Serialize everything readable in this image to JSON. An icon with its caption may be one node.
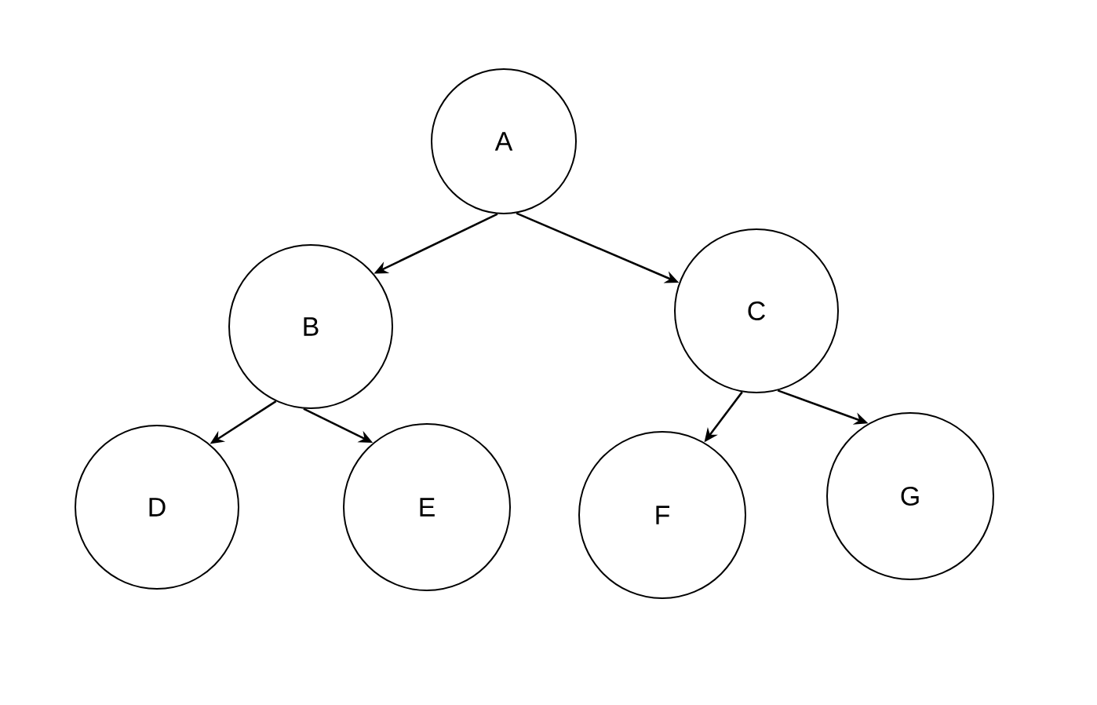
{
  "diagram": {
    "nodes": [
      {
        "text": [
          "A"
        ]
      },
      {
        "text": [
          "B"
        ]
      },
      {
        "text": [
          "C"
        ]
      },
      {
        "text": [
          "D"
        ]
      },
      {
        "text": [
          "E"
        ]
      },
      {
        "text": [
          "F"
        ]
      },
      {
        "text": [
          "G"
        ]
      }
    ],
    "edges": [
      {
        "from": 0,
        "to": 1,
        "arrow": "to"
      },
      {
        "from": 0,
        "to": 2,
        "arrow": "to"
      },
      {
        "from": 1,
        "to": 3,
        "arrow": "to"
      },
      {
        "from": 1,
        "to": 4,
        "arrow": "to"
      },
      {
        "from": 2,
        "to": 5,
        "arrow": "to"
      },
      {
        "from": 2,
        "to": 6,
        "arrow": "to"
      }
    ]
  }
}
